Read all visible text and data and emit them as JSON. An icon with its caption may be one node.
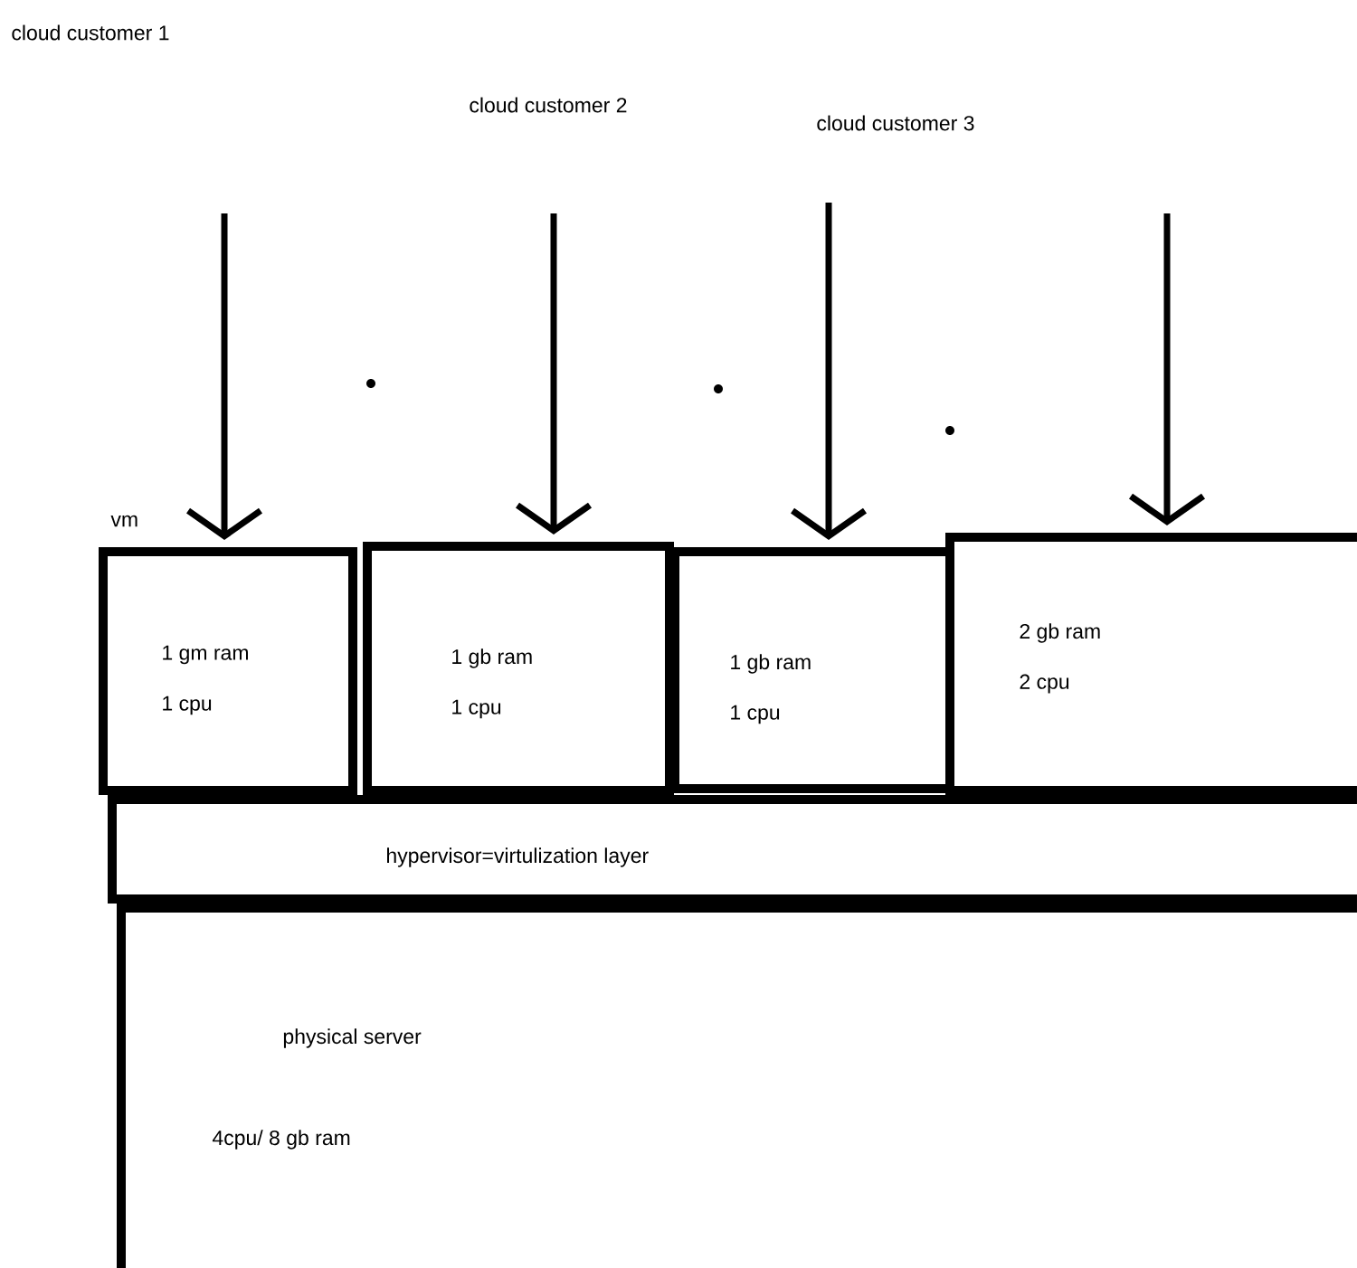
{
  "diagram": {
    "nodes": [
      {
        "text": [
          "1 gm ram",
          "1 cpu"
        ]
      },
      {
        "text": [
          "1 gb ram",
          "1 cpu"
        ]
      },
      {
        "text": [
          "1 gb ram",
          "1 cpu"
        ]
      },
      {
        "text": [
          "2 gb ram",
          "2 cpu"
        ]
      },
      {
        "text": [
          "hypervisor=virtulization layer"
        ]
      },
      {
        "text": [
          "physical server",
          "4cpu/ 8 gb ram"
        ]
      }
    ],
    "edges": [
      {
        "from": null,
        "to": 0,
        "arrow": "to"
      },
      {
        "from": null,
        "to": 1,
        "arrow": "to"
      },
      {
        "from": null,
        "to": 2,
        "arrow": "to"
      },
      {
        "from": null,
        "to": 3,
        "arrow": "to"
      }
    ],
    "labels": [
      "cloud customer 1",
      "cloud customer 2",
      "cloud customer 3",
      "vm"
    ]
  }
}
